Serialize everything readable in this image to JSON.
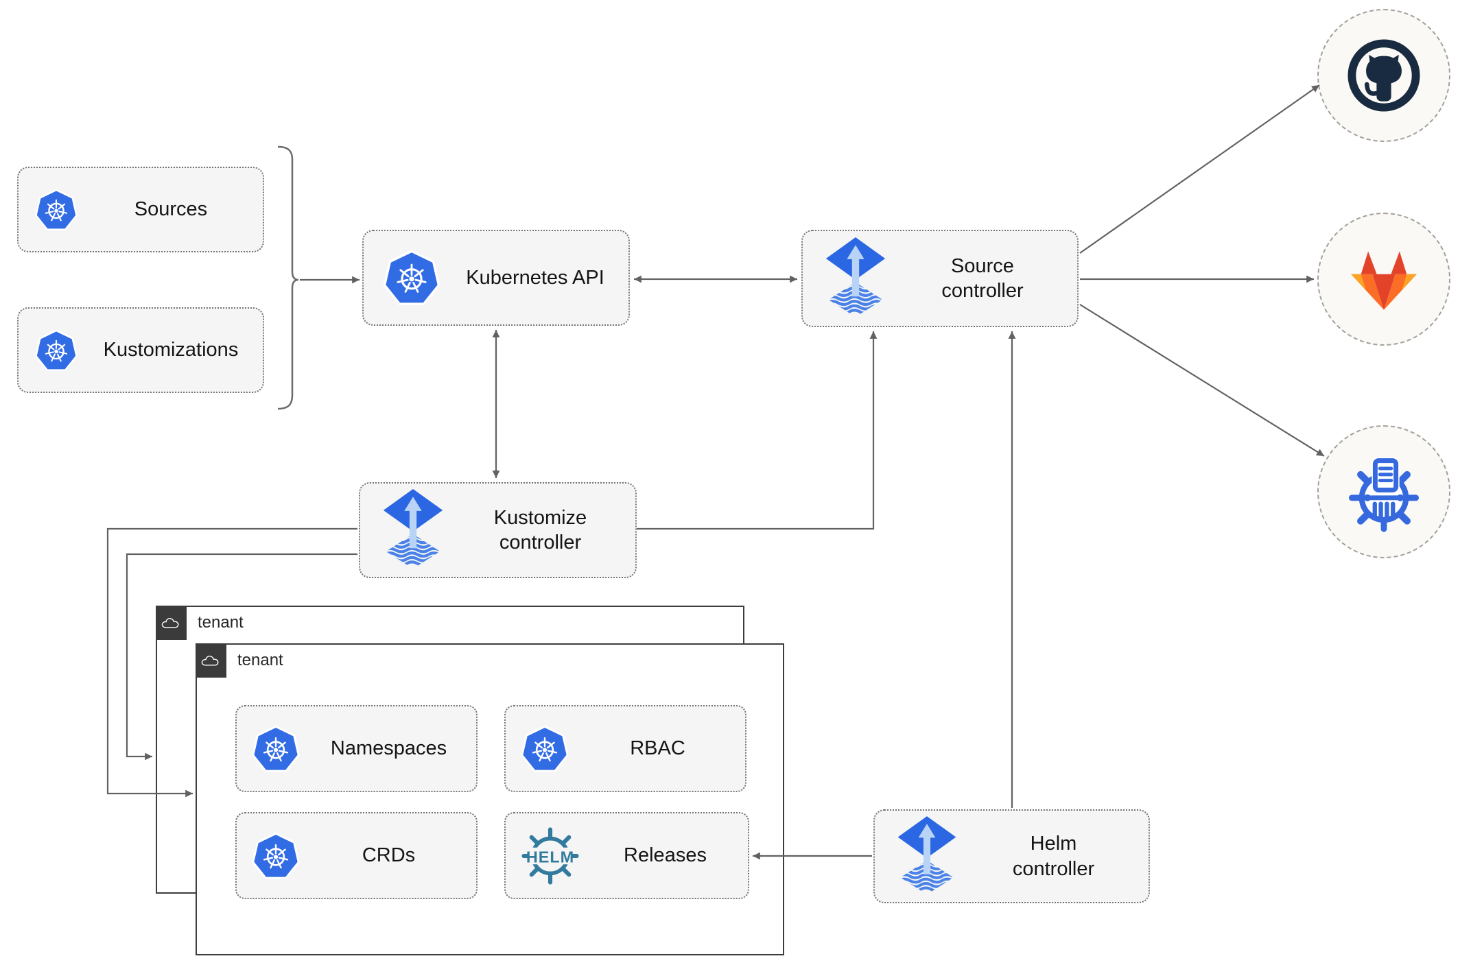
{
  "nodes": {
    "sources": {
      "label": "Sources"
    },
    "kustomizations": {
      "label": "Kustomizations"
    },
    "kubernetes_api": {
      "label": "Kubernetes API"
    },
    "source_controller": {
      "label": "Source controller"
    },
    "kustomize_controller": {
      "label": "Kustomize controller"
    },
    "helm_controller": {
      "label": "Helm controller"
    },
    "tenant_back": {
      "label": "tenant"
    },
    "tenant_front": {
      "label": "tenant"
    },
    "namespaces": {
      "label": "Namespaces"
    },
    "rbac": {
      "label": "RBAC"
    },
    "crds": {
      "label": "CRDs"
    },
    "releases": {
      "label": "Releases"
    }
  },
  "icons": {
    "kubernetes": "kubernetes-logo",
    "flux": "flux-logo",
    "helm_wordmark": "HELM",
    "cloud": "cloud-icon",
    "github": "github-logo",
    "gitlab": "gitlab-logo",
    "helm_repository": "helm-chart-repository-logo"
  },
  "colors": {
    "kubernetes_blue": "#326CE5",
    "flux_blue": "#2b67e3",
    "flux_arrow_light": "#b9d3f6",
    "flux_wave_blue": "#4a82e8",
    "helm_teal": "#327a9e",
    "github_dark": "#182b40",
    "gitlab_red": "#e24329",
    "gitlab_orange": "#fc6d26",
    "gitlab_yellow": "#fca326",
    "repo_blue": "#3569dd",
    "line_gray": "#616161",
    "node_fill": "#f5f5f5",
    "tenant_dark": "#3b3b3b"
  }
}
